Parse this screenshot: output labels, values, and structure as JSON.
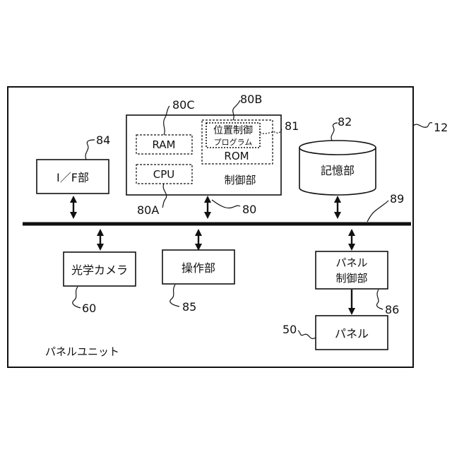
{
  "unit": {
    "label": "パネルユニット",
    "ref": "12"
  },
  "bus": {
    "ref": "89"
  },
  "blocks": {
    "if_unit": {
      "label": "I／F部",
      "ref": "84"
    },
    "control": {
      "label": "制御部",
      "ref": "80",
      "ram": {
        "label": "RAM",
        "ref": "80C"
      },
      "cpu": {
        "label": "CPU",
        "ref": "80A"
      },
      "rom": {
        "label": "ROM",
        "ref": "80B"
      },
      "program": {
        "line1": "位置制御",
        "line2": "プログラム",
        "ref": "81"
      }
    },
    "storage": {
      "label": "記憶部",
      "ref": "82"
    },
    "camera": {
      "label": "光学カメラ",
      "ref": "60"
    },
    "operation": {
      "label": "操作部",
      "ref": "85"
    },
    "panel_control": {
      "line1": "パネル",
      "line2": "制御部",
      "ref": "86"
    },
    "panel": {
      "label": "パネル",
      "ref": "50"
    }
  }
}
